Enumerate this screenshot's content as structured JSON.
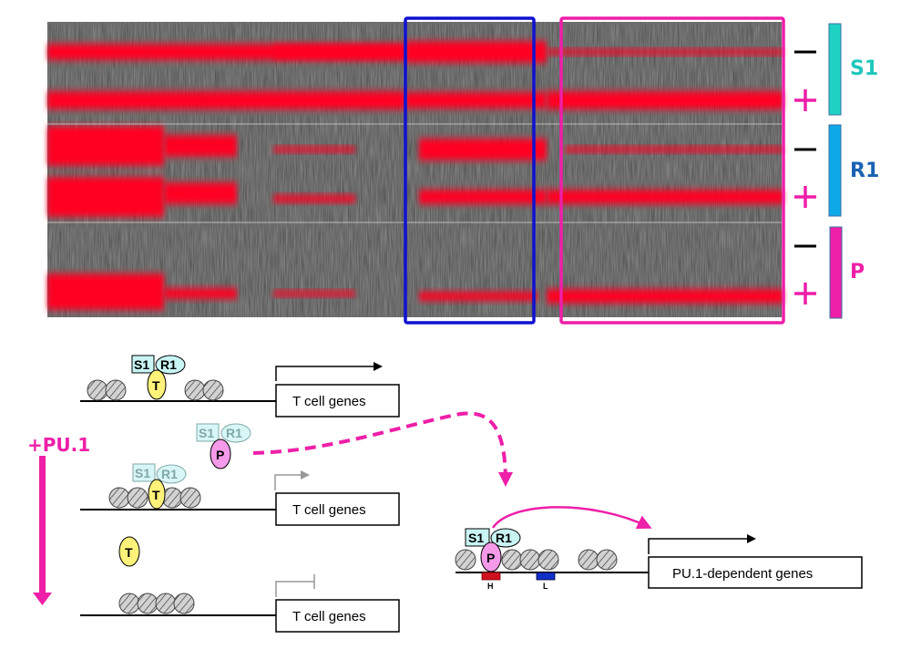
{
  "heatmap": {
    "row_groups": [
      {
        "name": "S1",
        "color": "#1fd3c4",
        "text_color": "#1fc7bb",
        "conditions": [
          "−",
          "+"
        ]
      },
      {
        "name": "R1",
        "color": "#0fa9ea",
        "text_color": "#1a62b3",
        "conditions": [
          "−",
          "+"
        ]
      },
      {
        "name": "P",
        "color": "#ee1fa8",
        "text_color": "#ee1fa8",
        "conditions": [
          "−",
          "+"
        ]
      }
    ],
    "minus_color": "#000000",
    "plus_color": "#ee1fa8",
    "signal_color": "#ff0022",
    "highlight_boxes": [
      {
        "name": "blue-box",
        "color": "#1010d0"
      },
      {
        "name": "magenta-box",
        "color": "#ee1fa8"
      }
    ]
  },
  "model": {
    "pu1_label": "+PU.1",
    "pu1_color": "#ee1fa8",
    "factors": {
      "s1": "S1",
      "r1": "R1",
      "t": "T",
      "p": "P"
    },
    "gene_box_label": "T cell genes",
    "pu1_gene_box_label": "PU.1-dependent genes",
    "site_h": "H",
    "site_l": "L",
    "colors": {
      "t_fill": "#fff27a",
      "p_fill": "#f49ae8",
      "s1_fill": "#c8f4f4",
      "r1_fill": "#c8f4f4",
      "faded_fill": "#d9f6f6",
      "faded_stroke": "#7fa8a8",
      "nucleosome": "#d2d2d2",
      "site_h": "#d1101f",
      "site_l": "#1030c8",
      "arrow_active": "#000000",
      "arrow_reduced": "#999999"
    }
  }
}
